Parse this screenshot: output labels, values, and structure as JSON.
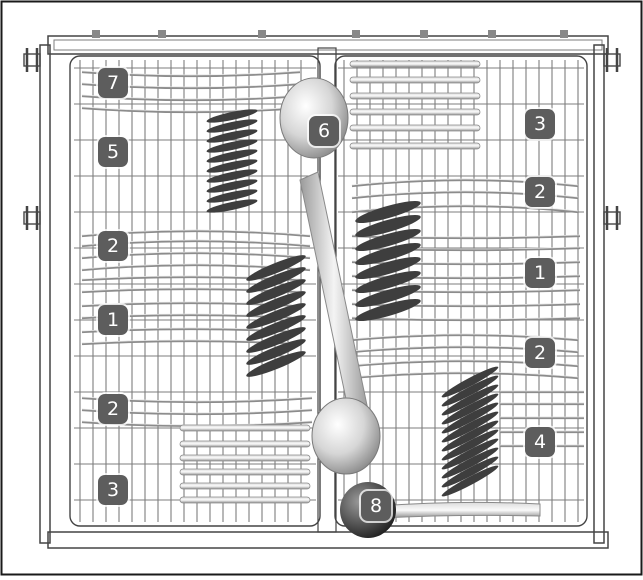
{
  "colors": {
    "background": "#ffffff",
    "frame": "#1a1a1a",
    "wire": "#7d7d7d",
    "wire_dark": "#444444",
    "cutlery_dark": "#3e3e3e",
    "cutlery_light": "#c9c9c9",
    "badge_fill": "#5d5d5d",
    "badge_text": "#ffffff"
  },
  "badges": {
    "left_7": "7",
    "left_5": "5",
    "left_2a": "2",
    "left_1": "1",
    "left_2b": "2",
    "left_3": "3",
    "center_6": "6",
    "center_8": "8",
    "right_3": "3",
    "right_2a": "2",
    "right_1": "1",
    "right_2b": "2",
    "right_4": "4"
  },
  "icons": [
    "cutlery-tray-diagram",
    "spoon-icon",
    "knife-icon",
    "fork-icon",
    "ladle-icon"
  ]
}
